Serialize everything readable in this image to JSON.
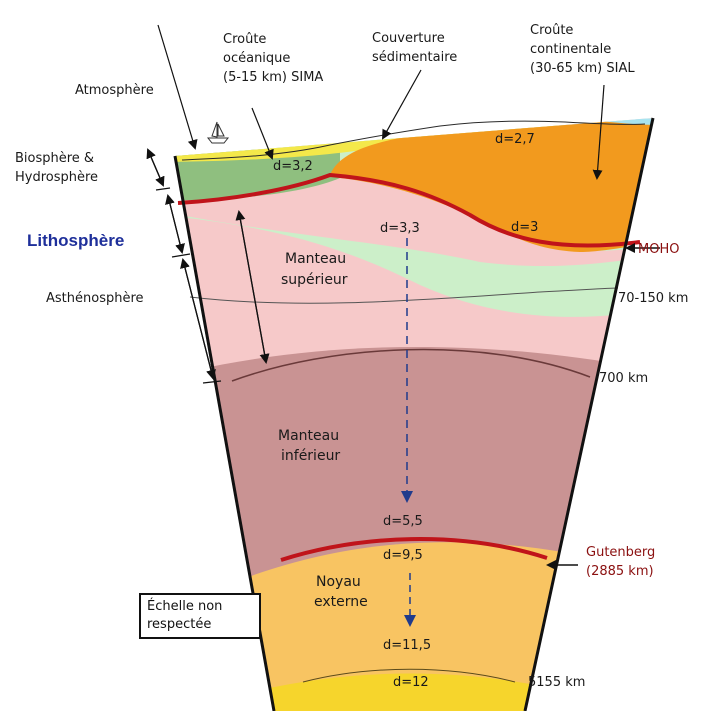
{
  "labels": {
    "atmosphere": "Atmosphère",
    "biosphere_1": "Biosphère &",
    "biosphere_2": "Hydrosphère",
    "lithosphere": "Lithosphère",
    "asthenosphere": "Asthénosphère",
    "croute_oceanique_1": "Croûte",
    "croute_oceanique_2": "océanique",
    "croute_oceanique_3": "(5-15 km) SIMA",
    "couverture_1": "Couverture",
    "couverture_2": "sédimentaire",
    "croute_continentale_1": "Croûte",
    "croute_continentale_2": "continentale",
    "croute_continentale_3": "(30-65 km) SIAL",
    "manteau_sup_1": "Manteau",
    "manteau_sup_2": "supérieur",
    "manteau_inf_1": "Manteau",
    "manteau_inf_2": "inférieur",
    "noyau_1": "Noyau",
    "noyau_2": "externe",
    "moho": "MOHO",
    "gutenberg_1": "Gutenberg",
    "gutenberg_2": "(2885 km)",
    "depth_70_150": "70-150 km",
    "depth_700": "700 km",
    "depth_5155": "5155 km",
    "note_1": "Échelle non",
    "note_2": "respectée"
  },
  "densities": {
    "d_ocean": "d=3,2",
    "d_cont_top": "d=2,7",
    "d_cont_root": "d=3",
    "d_mantle_top": "d=3,3",
    "d_mantle_bottom": "d=5,5",
    "d_core_top": "d=9,5",
    "d_core_bottom": "d=11,5",
    "d_inner": "d=12"
  },
  "colors": {
    "ocean_water": "#a8e4f0",
    "oceanic_crust": "#8fbf7f",
    "continental_crust": "#f29a1e",
    "sediment": "#f4e84a",
    "lithospheric_mantle": "#ccefc9",
    "upper_mantle": "#f6c9c9",
    "lower_mantle": "#c99393",
    "outer_core": "#f8c462",
    "inner_core": "#f6d52c",
    "boundary_red": "#c0141a"
  }
}
